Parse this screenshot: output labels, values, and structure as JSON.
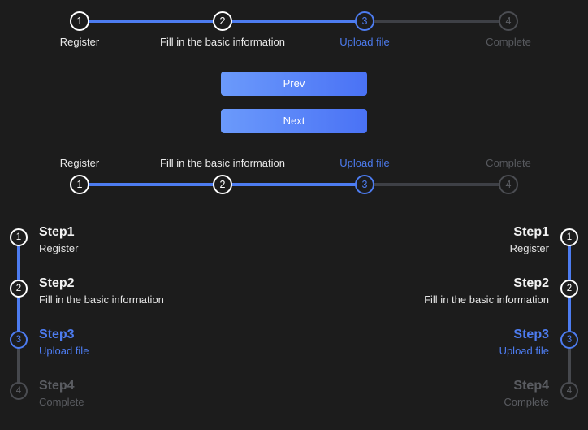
{
  "theme": {
    "background": "#1c1c1c",
    "accent": "#4d7cf0",
    "accent_light": "#6b9afb",
    "text": "#e9e9e9",
    "muted": "#585a5f",
    "inactive_line": "#3e4046"
  },
  "steps": [
    {
      "num": "1",
      "title": "Step1",
      "label": "Register",
      "state": "done"
    },
    {
      "num": "2",
      "title": "Step2",
      "label": "Fill in the basic information",
      "state": "done"
    },
    {
      "num": "3",
      "title": "Step3",
      "label": "Upload file",
      "state": "active"
    },
    {
      "num": "4",
      "title": "Step4",
      "label": "Complete",
      "state": "todo"
    }
  ],
  "horizontal_top": {
    "labels_position": "below",
    "items": [
      {
        "num": "1",
        "label": "Register"
      },
      {
        "num": "2",
        "label": "Fill in the basic information"
      },
      {
        "num": "3",
        "label": "Upload file"
      },
      {
        "num": "4",
        "label": "Complete"
      }
    ]
  },
  "horizontal_bottom": {
    "labels_position": "above",
    "items": [
      {
        "num": "1",
        "label": "Register"
      },
      {
        "num": "2",
        "label": "Fill in the basic information"
      },
      {
        "num": "3",
        "label": "Upload file"
      },
      {
        "num": "4",
        "label": "Complete"
      }
    ]
  },
  "buttons": {
    "prev_label": "Prev",
    "next_label": "Next"
  },
  "vertical_left": {
    "align": "left",
    "items": [
      {
        "num": "1",
        "title": "Step1",
        "desc": "Register"
      },
      {
        "num": "2",
        "title": "Step2",
        "desc": "Fill in the basic information"
      },
      {
        "num": "3",
        "title": "Step3",
        "desc": "Upload file"
      },
      {
        "num": "4",
        "title": "Step4",
        "desc": "Complete"
      }
    ]
  },
  "vertical_right": {
    "align": "right",
    "items": [
      {
        "num": "1",
        "title": "Step1",
        "desc": "Register"
      },
      {
        "num": "2",
        "title": "Step2",
        "desc": "Fill in the basic information"
      },
      {
        "num": "3",
        "title": "Step3",
        "desc": "Upload file"
      },
      {
        "num": "4",
        "title": "Step4",
        "desc": "Complete"
      }
    ]
  }
}
